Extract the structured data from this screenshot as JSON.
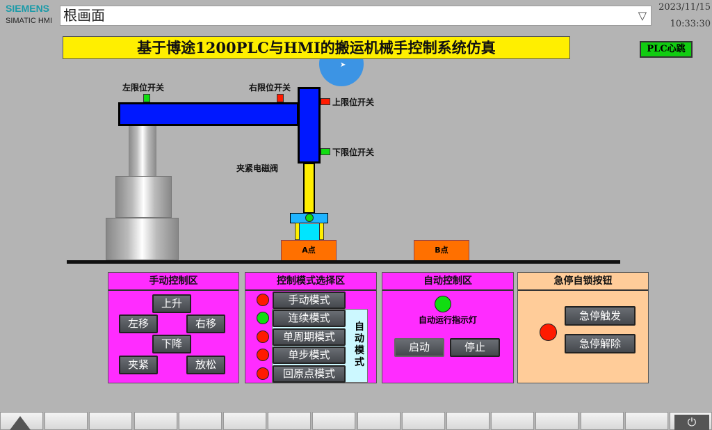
{
  "header": {
    "brand": "SIEMENS",
    "product": "SIMATIC HMI",
    "screen_name": "根画面",
    "date": "2023/11/15",
    "time": "10:33:30"
  },
  "title": "基于博途1200PLC与HMI的搬运机械手控制系统仿真",
  "heartbeat": "PLC心跳",
  "machine": {
    "left_limit": "左限位开关",
    "right_limit": "右限位开关",
    "upper_limit": "上限位开关",
    "lower_limit": "下限位开关",
    "clamp_valve": "夹紧电磁阀",
    "point_a": "A点",
    "point_b": "B点",
    "left_limit_state": "on",
    "right_limit_state": "off",
    "upper_limit_state": "off",
    "lower_limit_state": "on",
    "clamp_state": "on"
  },
  "manual": {
    "title": "手动控制区",
    "up": "上升",
    "left": "左移",
    "right": "右移",
    "down": "下降",
    "clamp": "夹紧",
    "release": "放松"
  },
  "mode": {
    "title": "控制模式选择区",
    "auto_group": "自动模式",
    "items": [
      {
        "label": "手动模式",
        "state": "off"
      },
      {
        "label": "连续模式",
        "state": "on"
      },
      {
        "label": "单周期模式",
        "state": "off"
      },
      {
        "label": "单步模式",
        "state": "off"
      },
      {
        "label": "回原点模式",
        "state": "off"
      }
    ]
  },
  "auto": {
    "title": "自动控制区",
    "indicator": "自动运行指示灯",
    "indicator_state": "on",
    "start": "启动",
    "stop": "停止"
  },
  "estop": {
    "title": "急停自锁按钮",
    "lamp_state": "off",
    "trigger": "急停触发",
    "release": "急停解除"
  },
  "colors": {
    "on": "#11dd11",
    "off": "#ff1a00",
    "panel": "#ff2cff",
    "estop_panel": "#ffcc99",
    "title_bar": "#ffef00"
  }
}
